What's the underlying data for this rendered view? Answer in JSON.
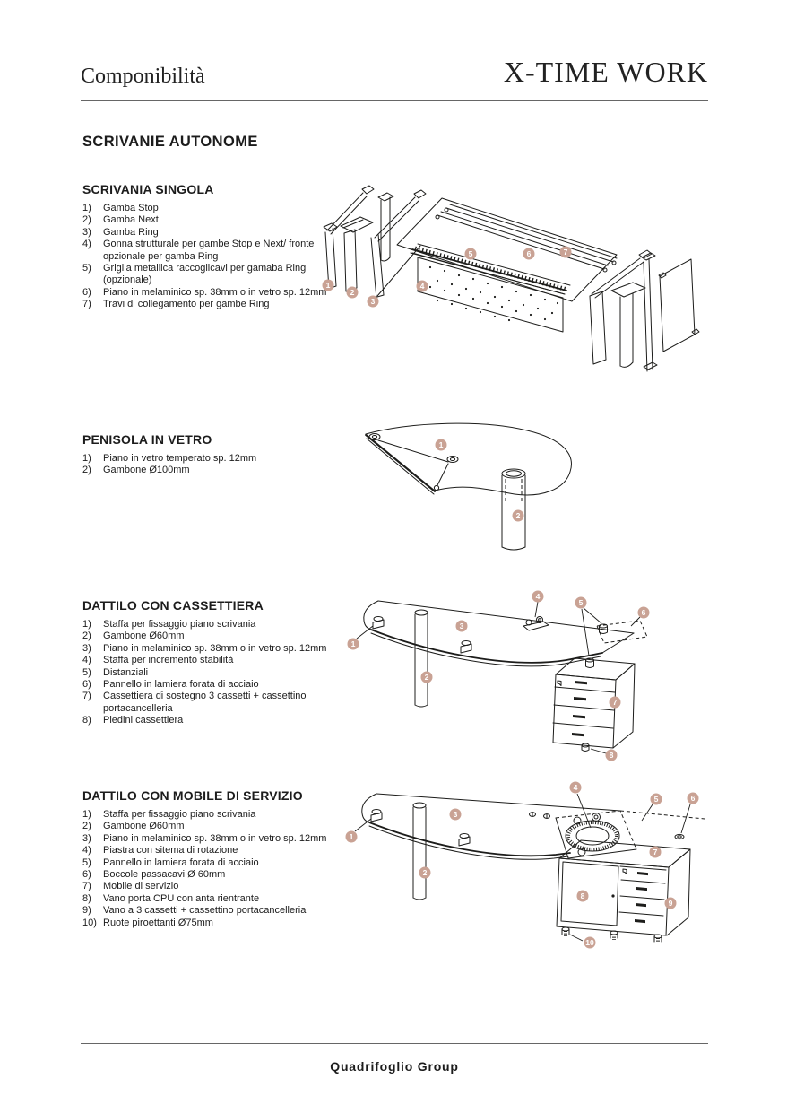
{
  "header": {
    "doc_title": "Componibilità",
    "product_line": "X-TIME WORK"
  },
  "page_heading": "SCRIVANIE AUTONOME",
  "sections": [
    {
      "title": "SCRIVANIA SINGOLA",
      "items": [
        {
          "num": "1)",
          "text": "Gamba Stop"
        },
        {
          "num": "2)",
          "text": "Gamba Next"
        },
        {
          "num": "3)",
          "text": "Gamba Ring"
        },
        {
          "num": "4)",
          "text": "Gonna strutturale per gambe Stop e Next/ fronte opzionale per gamba Ring"
        },
        {
          "num": "5)",
          "text": "Griglia metallica raccoglicavi per gamaba Ring (opzionale)"
        },
        {
          "num": "6)",
          "text": "Piano in melaminico sp. 38mm o in vetro sp. 12mm"
        },
        {
          "num": "7)",
          "text": "Travi di collegamento per gambe Ring"
        }
      ],
      "badges": [
        "1",
        "2",
        "3",
        "4",
        "5",
        "6",
        "7"
      ]
    },
    {
      "title": "PENISOLA IN VETRO",
      "items": [
        {
          "num": "1)",
          "text": "Piano in vetro temperato sp. 12mm"
        },
        {
          "num": "2)",
          "text": "Gambone Ø100mm"
        }
      ],
      "badges": [
        "1",
        "2"
      ]
    },
    {
      "title": "DATTILO CON CASSETTIERA",
      "items": [
        {
          "num": "1)",
          "text": "Staffa per fissaggio piano scrivania"
        },
        {
          "num": "2)",
          "text": "Gambone Ø60mm"
        },
        {
          "num": "3)",
          "text": "Piano in melaminico sp. 38mm o in vetro sp. 12mm"
        },
        {
          "num": "4)",
          "text": "Staffa per incremento stabilità"
        },
        {
          "num": "5)",
          "text": "Distanziali"
        },
        {
          "num": "6)",
          "text": "Pannello in lamiera forata di acciaio"
        },
        {
          "num": "7)",
          "text": "Cassettiera di sostegno 3 cassetti + cassettino portacancelleria"
        },
        {
          "num": "8)",
          "text": "Piedini cassettiera"
        }
      ],
      "badges": [
        "1",
        "2",
        "3",
        "4",
        "5",
        "6",
        "7",
        "8"
      ]
    },
    {
      "title": "DATTILO CON MOBILE DI SERVIZIO",
      "items": [
        {
          "num": "1)",
          "text": "Staffa per fissaggio piano scrivania"
        },
        {
          "num": "2)",
          "text": "Gambone Ø60mm"
        },
        {
          "num": "3)",
          "text": "Piano in melaminico sp. 38mm o in vetro sp. 12mm"
        },
        {
          "num": "4)",
          "text": "Piastra con sitema di rotazione"
        },
        {
          "num": "5)",
          "text": "Pannello in lamiera forata di acciaio"
        },
        {
          "num": "6)",
          "text": "Boccole passacavi Ø 60mm"
        },
        {
          "num": "7)",
          "text": "Mobile di servizio"
        },
        {
          "num": "8)",
          "text": "Vano porta CPU con anta rientrante"
        },
        {
          "num": "9)",
          "text": "Vano a 3 cassetti + cassettino portacancelleria"
        },
        {
          "num": "10)",
          "text": "Ruote piroettanti Ø75mm"
        }
      ],
      "badges": [
        "1",
        "2",
        "3",
        "4",
        "5",
        "6",
        "7",
        "8",
        "9",
        "10"
      ]
    }
  ],
  "footer": {
    "brand": "Quadrifoglio Group"
  },
  "colors": {
    "badge": "#c9a294",
    "line_art": "#1d1d1b",
    "rule": "#666666",
    "text": "#1c1c1c"
  }
}
